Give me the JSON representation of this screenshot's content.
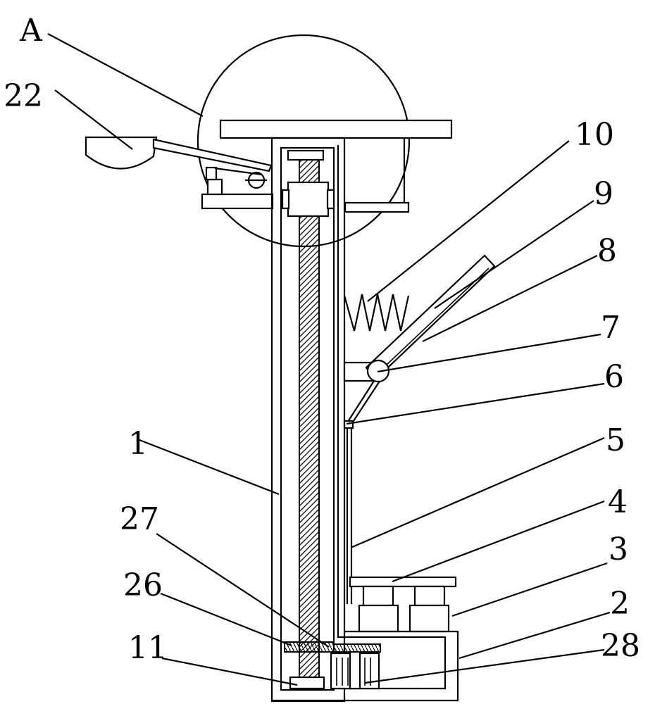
{
  "labels": {
    "A": "A",
    "n22": "22",
    "n10": "10",
    "n9": "9",
    "n8": "8",
    "n7": "7",
    "n6": "6",
    "n1": "1",
    "n5": "5",
    "n4": "4",
    "n3": "3",
    "n2": "2",
    "n27": "27",
    "n26": "26",
    "n11": "11",
    "n28": "28"
  }
}
